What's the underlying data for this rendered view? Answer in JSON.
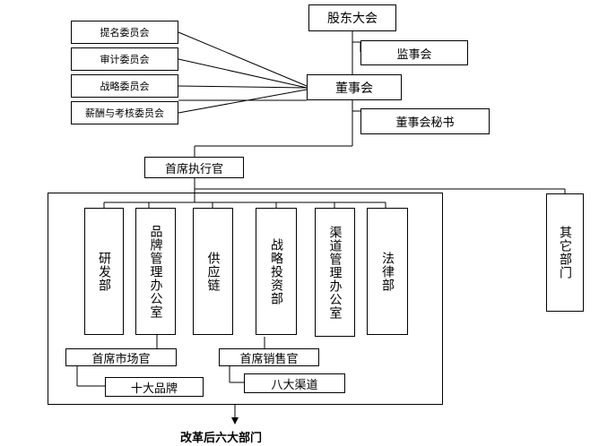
{
  "nodes": {
    "shareholders_meeting": "股东大会",
    "supervisory_board": "监事会",
    "board_of_directors": "董事会",
    "board_secretary": "董事会秘书",
    "nomination_committee": "提名委员会",
    "audit_committee": "审计委员会",
    "strategy_committee": "战略委员会",
    "compensation_committee": "薪酬与考核委员会",
    "ceo": "首席执行官",
    "other_departments": "其它部门",
    "rd_department": "研发部",
    "brand_management_office": "品牌管理办公室",
    "supply_chain": "供应链",
    "strategic_investment_department": "战略投资部",
    "channel_management_office": "渠道管理办公室",
    "legal_department": "法律部",
    "cmo": "首席市场官",
    "top_ten_brands": "十大品牌",
    "cso": "首席销售官",
    "eight_channels": "八大渠道"
  },
  "caption": "改革后六大部门"
}
